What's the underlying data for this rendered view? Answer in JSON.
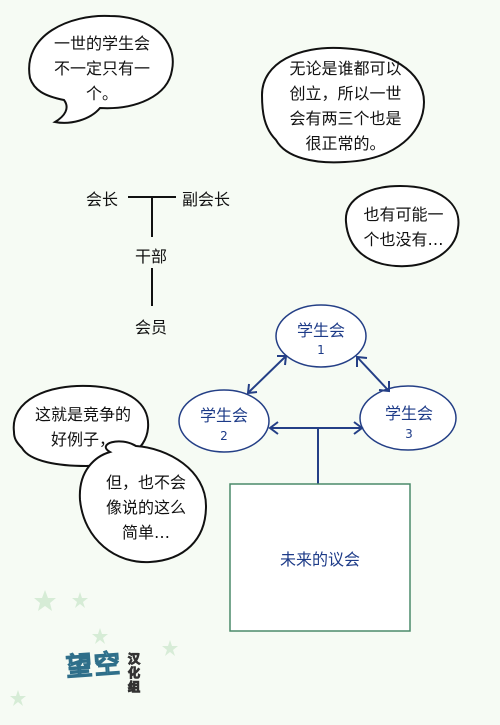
{
  "bubbles": {
    "b1": [
      "一世的学生会",
      "不一定只有一",
      "个。"
    ],
    "b2": [
      "无论是谁都可以",
      "创立，所以一世",
      "会有两三个也是",
      "很正常的。"
    ],
    "b3": [
      "也有可能一",
      "个也没有…"
    ],
    "b4": [
      "这就是竞争的",
      "好例子，"
    ],
    "b5": [
      "但，也不会",
      "像说的这么",
      "简单…"
    ]
  },
  "org": {
    "president": "会长",
    "vice_president": "副会长",
    "cadre": "干部",
    "member": "会员"
  },
  "network": {
    "node1": {
      "title": "学生会",
      "num": "1"
    },
    "node2": {
      "title": "学生会",
      "num": "2"
    },
    "node3": {
      "title": "学生会",
      "num": "3"
    },
    "future": "未来的议会"
  },
  "watermark": "望空汉化组",
  "colors": {
    "node_stroke": "#243f86",
    "box_stroke": "#4a8a6a",
    "ink": "#111111"
  }
}
